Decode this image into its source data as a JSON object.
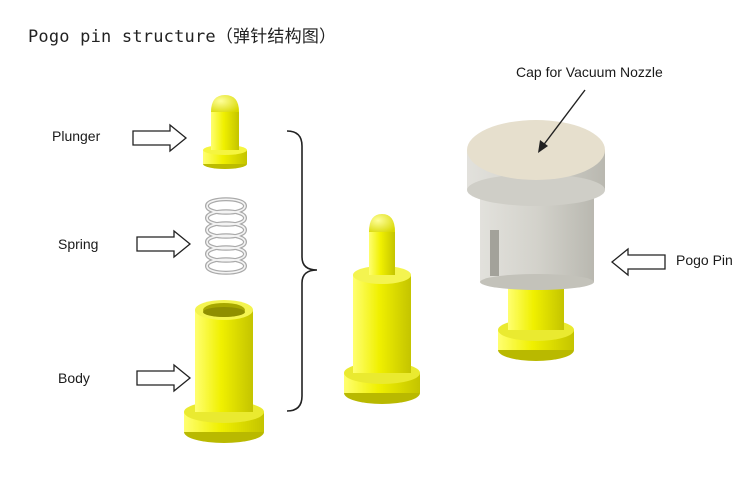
{
  "title": "Pogo pin structure（弹针结构图）",
  "labels": {
    "plunger": "Plunger",
    "spring": "Spring",
    "body": "Body",
    "cap": "Cap for Vacuum Nozzle",
    "pogo_pin": "Pogo Pin"
  },
  "colors": {
    "yellow": "#f2f200",
    "yellow_dark": "#b8b800",
    "yellow_light": "#ffff6a",
    "cap_top": "#e8e0cf",
    "cap_body": "#d9d8d2",
    "line": "#222222",
    "background": "#ffffff"
  }
}
